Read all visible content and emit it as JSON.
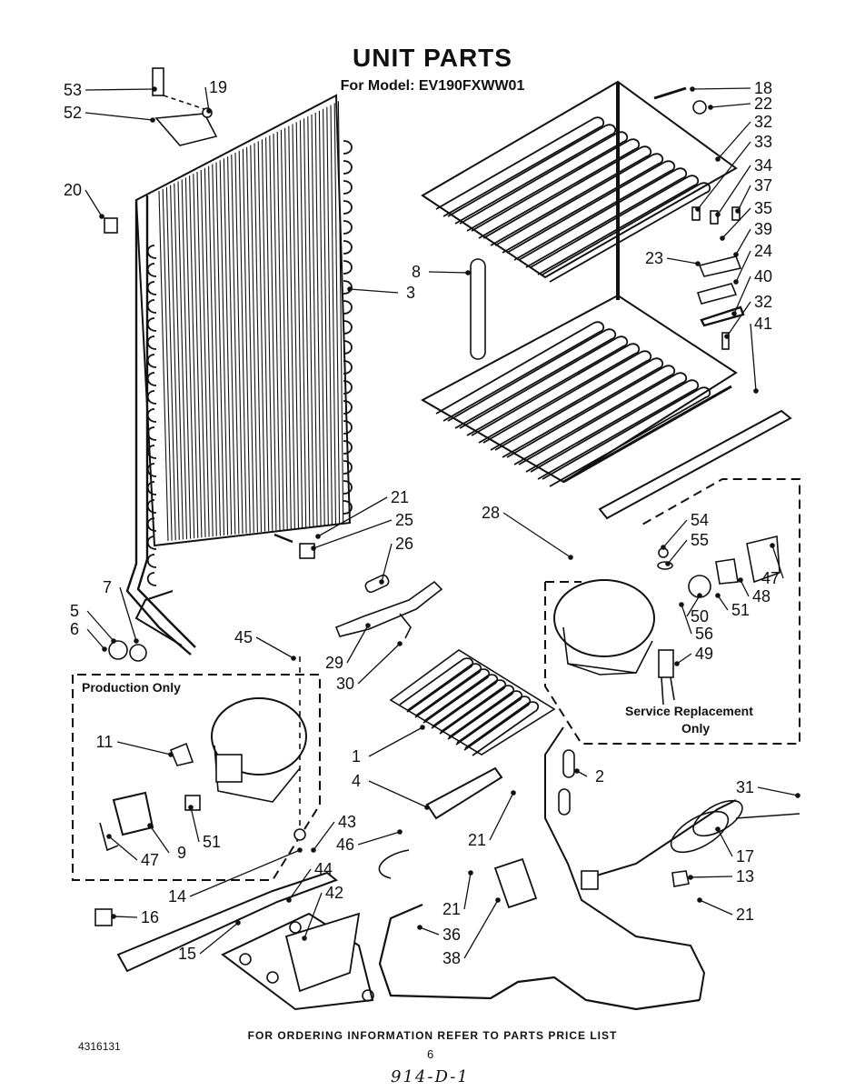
{
  "title": "UNIT PARTS",
  "subtitle": "For Model: EV190FXWW01",
  "box_labels": {
    "production": "Production Only",
    "service_line1": "Service Replacement",
    "service_line2": "Only"
  },
  "footer": "FOR ORDERING INFORMATION REFER TO PARTS PRICE LIST",
  "doc_number": "4316131",
  "page_number": "6",
  "handwritten_note": "914-D-1",
  "callouts": [
    "53",
    "19",
    "52",
    "20",
    "3",
    "8",
    "18",
    "22",
    "32",
    "33",
    "34",
    "37",
    "35",
    "39",
    "23",
    "24",
    "40",
    "32",
    "41",
    "7",
    "5",
    "6",
    "21",
    "25",
    "26",
    "28",
    "54",
    "55",
    "47",
    "48",
    "51",
    "50",
    "56",
    "49",
    "29",
    "30",
    "45",
    "11",
    "51",
    "9",
    "47",
    "1",
    "2",
    "4",
    "21",
    "31",
    "17",
    "13",
    "21",
    "43",
    "46",
    "14",
    "16",
    "44",
    "42",
    "15",
    "21",
    "36",
    "38"
  ]
}
